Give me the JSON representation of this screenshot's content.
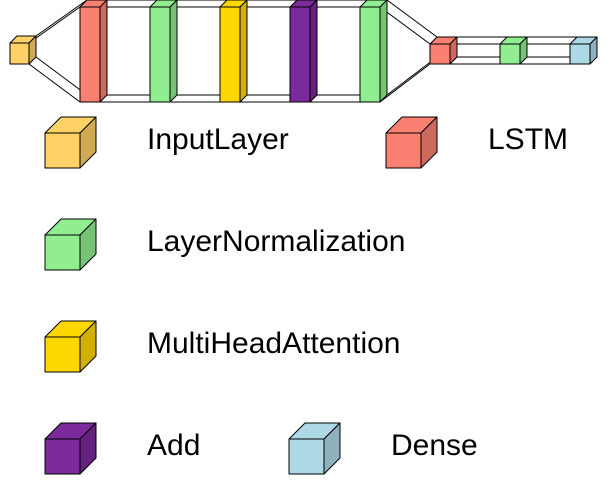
{
  "colors": {
    "InputLayer": "#FFD166",
    "LSTM": "#FA8072",
    "LayerNormalization": "#90EE90",
    "MultiHeadAttention": "#FFD700",
    "Add": "#7B2A9B",
    "Dense": "#ADD8E6",
    "outline": "#000000",
    "connector": "#000000"
  },
  "network": {
    "layers": [
      {
        "type": "InputLayer"
      },
      {
        "type": "LSTM"
      },
      {
        "type": "LayerNormalization"
      },
      {
        "type": "MultiHeadAttention"
      },
      {
        "type": "Add"
      },
      {
        "type": "LayerNormalization"
      },
      {
        "type": "LSTM"
      },
      {
        "type": "LayerNormalization"
      },
      {
        "type": "Dense"
      }
    ]
  },
  "legend": {
    "items": [
      {
        "type": "InputLayer",
        "label": "InputLayer"
      },
      {
        "type": "LSTM",
        "label": "LSTM"
      },
      {
        "type": "LayerNormalization",
        "label": "LayerNormalization"
      },
      {
        "type": "MultiHeadAttention",
        "label": "MultiHeadAttention"
      },
      {
        "type": "Add",
        "label": "Add"
      },
      {
        "type": "Dense",
        "label": "Dense"
      }
    ]
  }
}
